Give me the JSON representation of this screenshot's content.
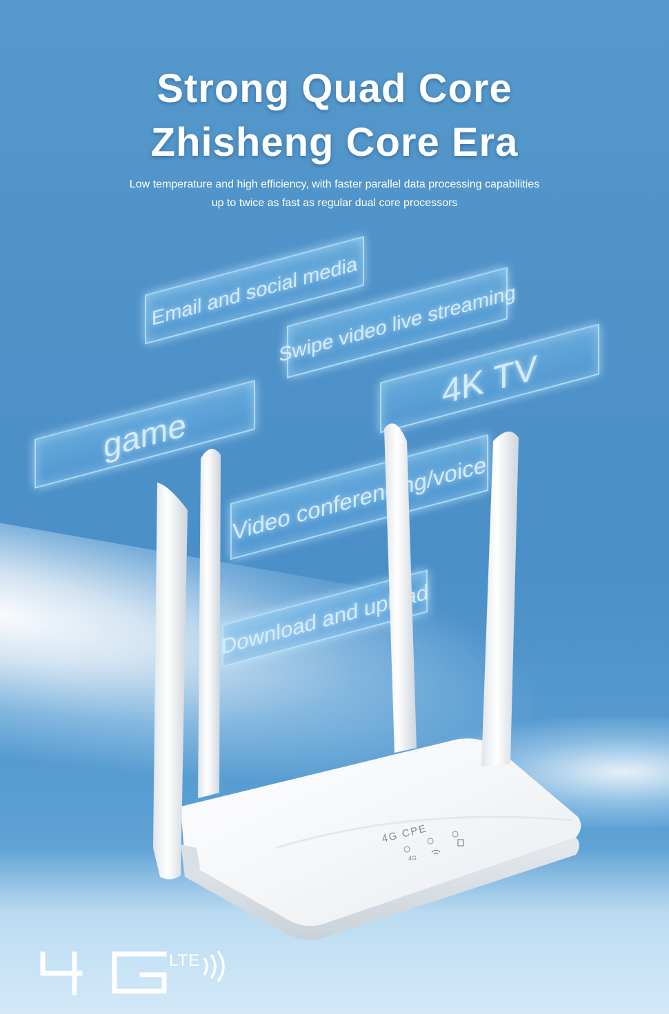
{
  "heading": {
    "line1": "Strong Quad Core",
    "line2": "Zhisheng Core Era"
  },
  "description": {
    "line1": "Low temperature and high efficiency, with faster parallel data processing capabilities",
    "line2": "up to twice as fast as regular dual core processors"
  },
  "feature_tags": [
    "Email and social media",
    "Swipe video live streaming",
    "4K TV",
    "game",
    "Video conferencing/voice",
    "Download and upload"
  ],
  "device": {
    "label": "4G CPE",
    "indicator_4g": "4G"
  },
  "logo": {
    "main": "4G",
    "suffix": "LTE"
  },
  "colors": {
    "background": "#4f92c8",
    "text": "#ffffff",
    "tag_glow": "#c8ebff",
    "router": "#f4f6f8"
  }
}
